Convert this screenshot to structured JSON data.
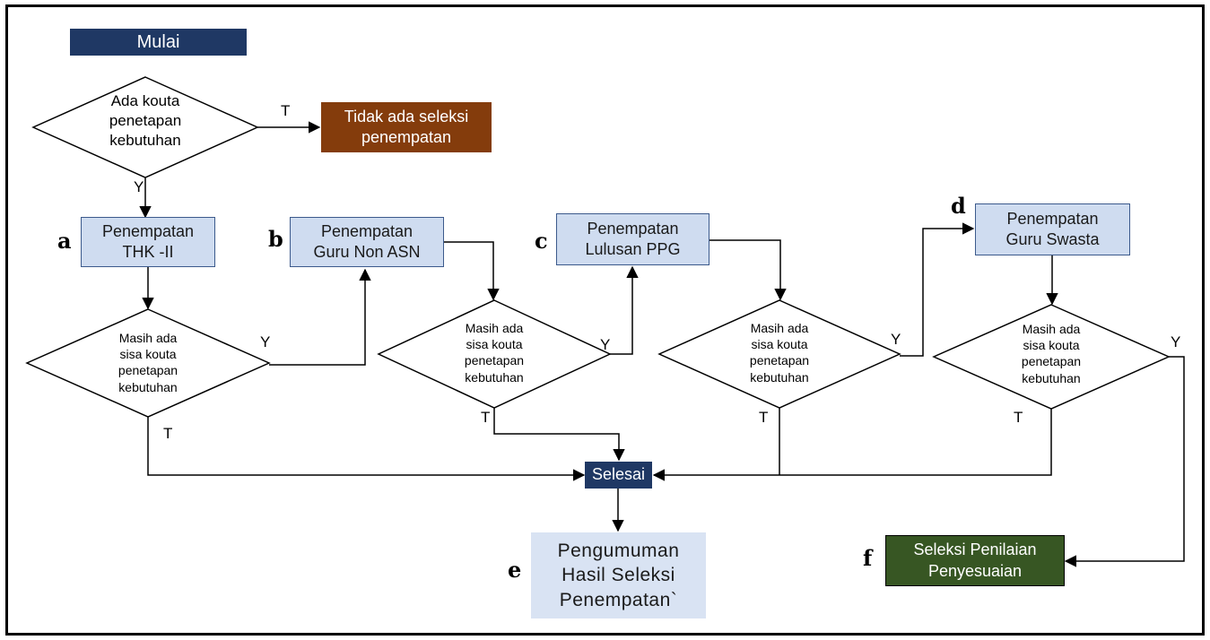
{
  "nodes": {
    "mulai": "Mulai",
    "decision_start": "Ada kouta\npenetapan\nkebutuhan",
    "tidak_ada": "Tidak ada seleksi\npenempatan",
    "a": "Penempatan\nTHK -II",
    "b": "Penempatan\nGuru Non ASN",
    "c": "Penempatan\nLulusan PPG",
    "d": "Penempatan\nGuru Swasta",
    "decision_1": "Masih ada\nsisa kouta\npenetapan\nkebutuhan",
    "decision_2": "Masih ada\nsisa kouta\npenetapan\nkebutuhan",
    "decision_3": "Masih ada\nsisa kouta\npenetapan\nkebutuhan",
    "decision_4": "Masih ada\nsisa kouta\npenetapan\nkebutuhan",
    "selesai": "Selesai",
    "e": "Pengumuman\nHasil Seleksi\nPenempatan`",
    "f": "Seleksi Penilaian\nPenyesuaian"
  },
  "letters": {
    "a": "a",
    "b": "b",
    "c": "c",
    "d": "d",
    "e": "e",
    "f": "f"
  },
  "edge_labels": {
    "yes": "Y",
    "no": "T"
  },
  "colors": {
    "navy": "#1f3864",
    "process_fill": "#cfdcf0",
    "result_fill": "#d9e3f3",
    "brown": "#843c0c",
    "green": "#375623"
  }
}
